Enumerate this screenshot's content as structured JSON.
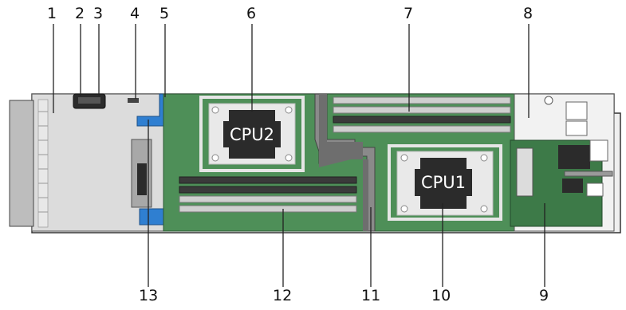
{
  "diagram": {
    "callouts": [
      "1",
      "2",
      "3",
      "4",
      "5",
      "6",
      "7",
      "8",
      "9",
      "10",
      "11",
      "12",
      "13"
    ],
    "cpu_labels": {
      "cpu2": "CPU2",
      "cpu1": "CPU1"
    },
    "colors": {
      "board": "#4e8f58",
      "board_dark": "#3d7a48",
      "tray": "#dcdcdc",
      "metal_dark": "#6e6e6e",
      "connector_blue": "#2f7fd1",
      "cpu_socket": "#2b2b2b",
      "dimm": "#cfcfcf",
      "leader": "#222222"
    }
  }
}
